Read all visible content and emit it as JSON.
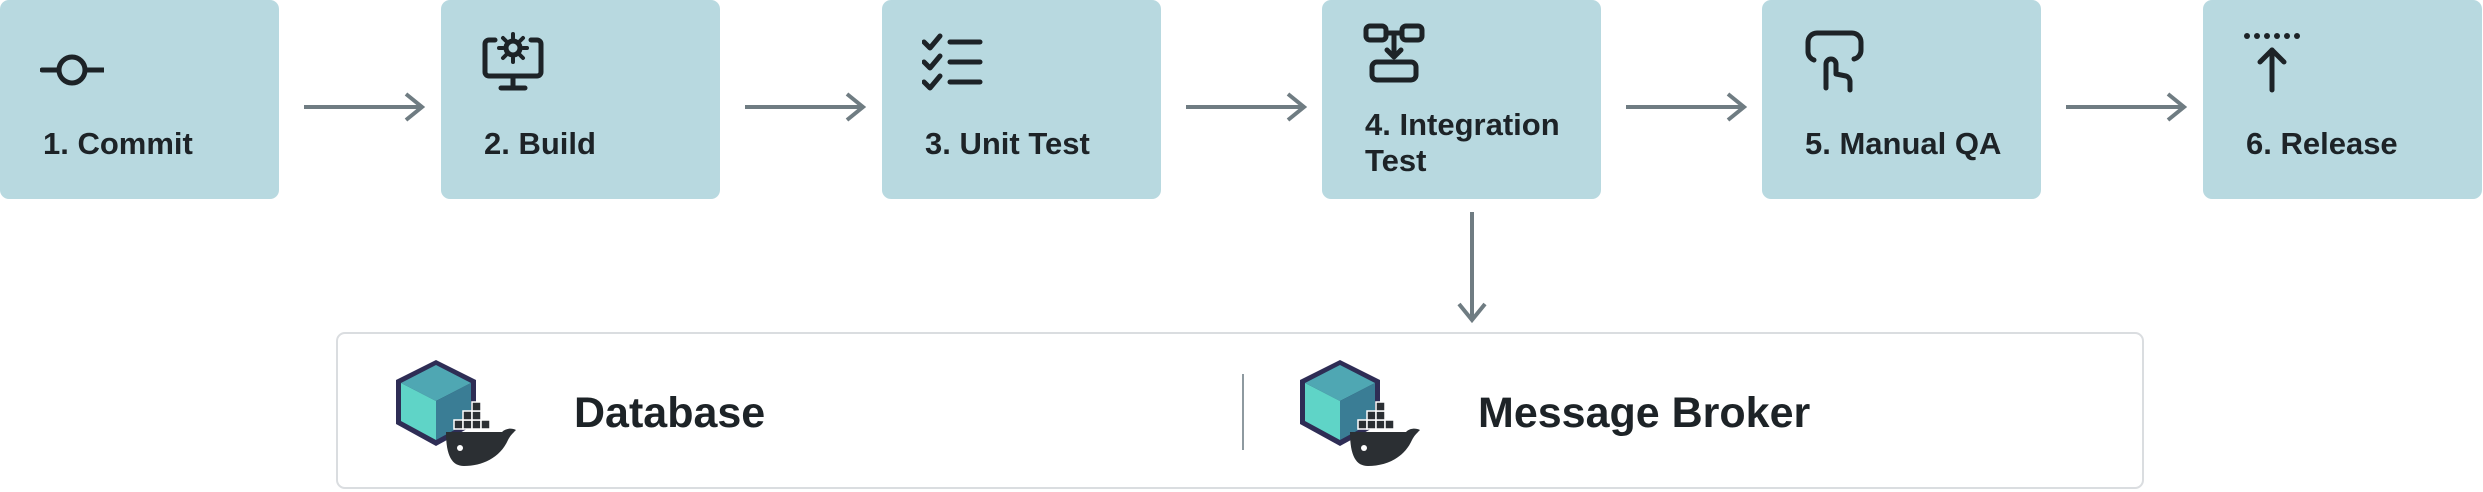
{
  "pipeline": {
    "stages": [
      {
        "label": "1. Commit",
        "icon": "commit-icon"
      },
      {
        "label": "2. Build",
        "icon": "gear-monitor-icon"
      },
      {
        "label": "3. Unit Test",
        "icon": "checklist-icon"
      },
      {
        "label": "4. Integration\n   Test",
        "icon": "flow-icon"
      },
      {
        "label": "5. Manual QA",
        "icon": "hand-touch-icon"
      },
      {
        "label": "6. Release",
        "icon": "upload-arrow-icon"
      }
    ]
  },
  "services": {
    "items": [
      {
        "label": "Database",
        "icon": "docker-cube-icon"
      },
      {
        "label": "Message Broker",
        "icon": "docker-cube-icon"
      }
    ]
  },
  "colors": {
    "stage_fill": "#b8d9e0",
    "arrow": "#6f7c82",
    "text": "#1d2327",
    "services_border": "#dadde0"
  }
}
